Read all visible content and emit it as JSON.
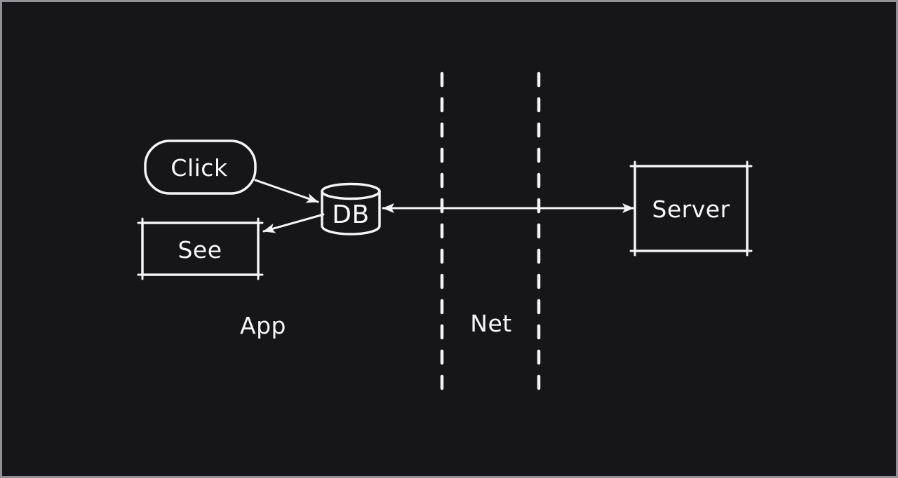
{
  "canvas": {
    "background": "#161619",
    "frame_color": "#929296",
    "stroke_color": "#f4f4f6",
    "text_color": "#f7f7f9"
  },
  "nodes": {
    "click": {
      "label": "Click",
      "shape": "rounded-pill"
    },
    "see": {
      "label": "See",
      "shape": "rectangle"
    },
    "db": {
      "label": "DB",
      "shape": "cylinder"
    },
    "server": {
      "label": "Server",
      "shape": "rectangle"
    }
  },
  "zones": {
    "app": {
      "label": "App"
    },
    "net": {
      "label": "Net"
    }
  },
  "edges": [
    {
      "from": "click",
      "to": "db",
      "direction": "one-way"
    },
    {
      "from": "db",
      "to": "see",
      "direction": "one-way"
    },
    {
      "from": "db",
      "to": "server",
      "direction": "two-way"
    }
  ]
}
